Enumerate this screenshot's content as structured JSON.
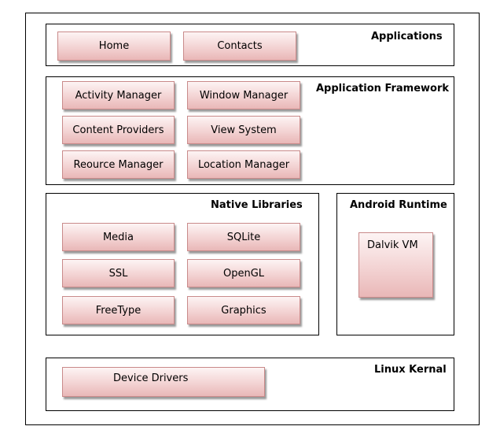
{
  "layers": {
    "applications": {
      "title": "Applications",
      "components": [
        "Home",
        "Contacts"
      ]
    },
    "framework": {
      "title": "Application Framework",
      "components": [
        "Activity Manager",
        "Window Manager",
        "Content Providers",
        "View System",
        "Reource Manager",
        "Location Manager"
      ]
    },
    "native_libraries": {
      "title": "Native Libraries",
      "components": [
        "Media",
        "SQLite",
        "SSL",
        "OpenGL",
        "FreeType",
        "Graphics"
      ]
    },
    "runtime": {
      "title": "Android Runtime",
      "components": [
        "Dalvik VM"
      ]
    },
    "kernel": {
      "title": "Linux Kernal",
      "components": [
        "Device Drivers"
      ]
    }
  }
}
